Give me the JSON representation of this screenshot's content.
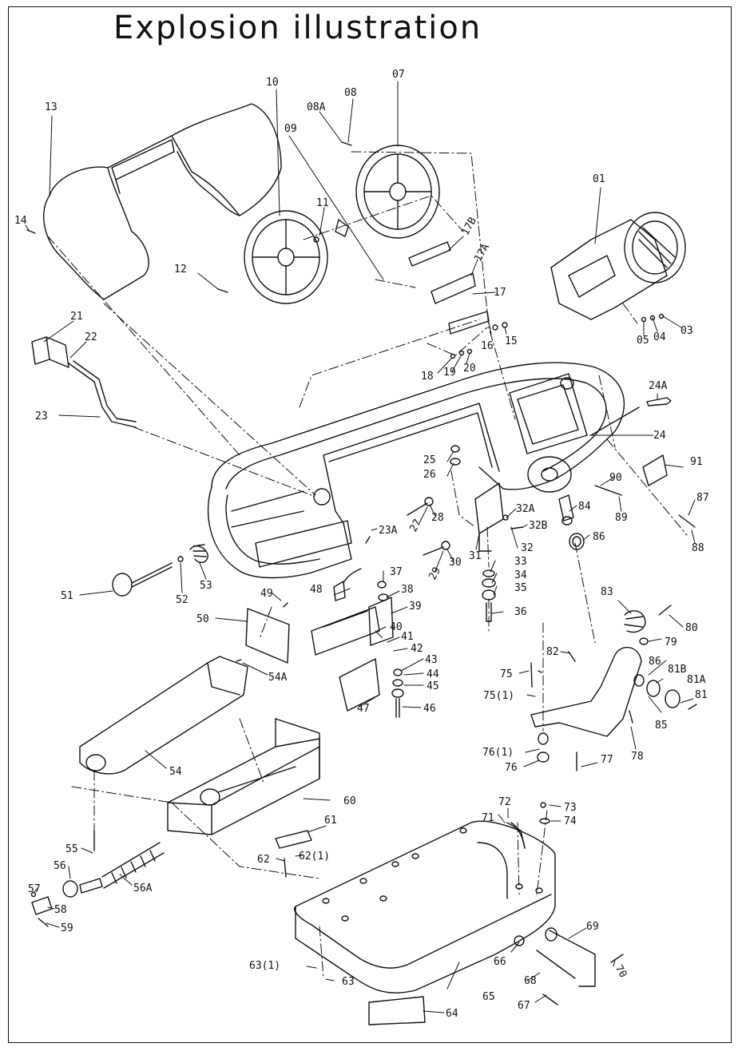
{
  "title": "Explosion illustration",
  "labels": {
    "p01": "01",
    "p03": "03",
    "p04": "04",
    "p05": "05",
    "p07": "07",
    "p08": "08",
    "p08a": "08A",
    "p09": "09",
    "p10": "10",
    "p11": "11",
    "p12": "12",
    "p13": "13",
    "p14": "14",
    "p15": "15",
    "p16": "16",
    "p17": "17",
    "p17a": "17A",
    "p17b": "17B",
    "p18": "18",
    "p19": "19",
    "p20": "20",
    "p21": "21",
    "p22": "22",
    "p23": "23",
    "p23a": "23A",
    "p24": "24",
    "p24a": "24A",
    "p25": "25",
    "p26": "26",
    "p27": "27",
    "p28": "28",
    "p29": "29",
    "p30": "30",
    "p31": "31",
    "p32": "32",
    "p32a": "32A",
    "p32b": "32B",
    "p33": "33",
    "p34": "34",
    "p35": "35",
    "p36": "36",
    "p37": "37",
    "p38": "38",
    "p39": "39",
    "p40": "40",
    "p41": "41",
    "p42": "42",
    "p43": "43",
    "p44": "44",
    "p45": "45",
    "p46": "46",
    "p47": "47",
    "p48": "48",
    "p49": "49",
    "p50": "50",
    "p51": "51",
    "p52": "52",
    "p53": "53",
    "p54": "54",
    "p54a": "54A",
    "p55": "55",
    "p56": "56",
    "p56a": "56A",
    "p57": "57",
    "p58": "58",
    "p59": "59",
    "p60": "60",
    "p61": "61",
    "p62": "62",
    "p62_1": "62(1)",
    "p63": "63",
    "p63_1": "63(1)",
    "p64": "64",
    "p65": "65",
    "p66": "66",
    "p67": "67",
    "p68": "68",
    "p69": "69",
    "p70": "70",
    "p71": "71",
    "p72": "72",
    "p73": "73",
    "p74": "74",
    "p75": "75",
    "p75_1": "75(1)",
    "p76": "76",
    "p76_1": "76(1)",
    "p77": "77",
    "p78": "78",
    "p79": "79",
    "p80": "80",
    "p81": "81",
    "p81a": "81A",
    "p81b": "81B",
    "p82": "82",
    "p83": "83",
    "p84": "84",
    "p85": "85",
    "p86a": "86",
    "p86b": "86",
    "p87": "87",
    "p88": "88",
    "p89": "89",
    "p90": "90",
    "p91": "91"
  },
  "colors": {
    "ink": "#111111",
    "paper": "#ffffff"
  }
}
